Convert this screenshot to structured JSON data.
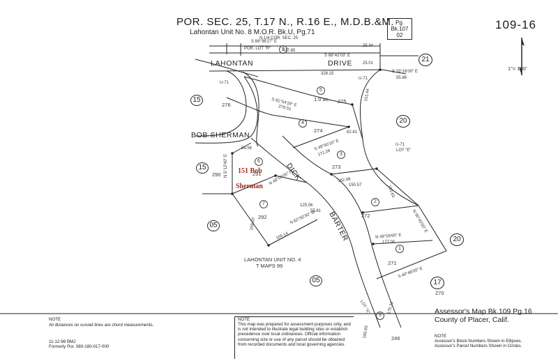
{
  "header": {
    "title": "POR. SEC. 25, T.17 N., R.16 E., M.D.B.&M.",
    "subtitle": "Lahontan Unit No. 8 M.O.R. Bk.U, Pg.71",
    "page_ref": {
      "line1": "Pg.",
      "line2": "Bk.107",
      "line3": "02"
    },
    "map_number": "109-16"
  },
  "scale": {
    "label": "1\"= 100'"
  },
  "roads": {
    "lahontan_drive_1": "LAHONTAN",
    "lahontan_drive_2": "DRIVE",
    "bob_sherman": "BOB SHERMAN",
    "dick": "DICK",
    "barter": "BARTER"
  },
  "highlight": {
    "line1": "151 Bob",
    "line2": "Sherman"
  },
  "block_numbers": [
    "15",
    "15",
    "05",
    "05",
    "21",
    "20",
    "20",
    "17"
  ],
  "parcel_numbers": [
    "1",
    "2",
    "3",
    "4",
    "5",
    "6",
    "7",
    "8",
    "9"
  ],
  "parcel_labels": {
    "p291": "291",
    "p292": "292",
    "p273": "273",
    "p274": "274",
    "p275": "275",
    "p272": "272",
    "p271": "271",
    "p276": "276",
    "p290": "290",
    "p270": "270",
    "p246": "246",
    "area_275": "1.0 ac."
  },
  "misc_labels": {
    "u71_a": "U-71",
    "u71_b": "U-71",
    "u71_c": "U-71",
    "lot_e": "LOT \"E\"",
    "lot_x": "LOT \"X\"",
    "por_lot_r": "POR. LOT \"R\"",
    "n14": "N.1/4 COR. SEC. 25",
    "lahontan_unit": "LAHONTAN   UNIT   NO.   4",
    "t_maps": "T   MAPS   99"
  },
  "dimensions": {
    "d1": "S 89°36'27\" E",
    "d2": "417.85",
    "d3": "S 88°42'03\" E",
    "d4": "328.15",
    "d5": "25.34",
    "d6": "25.01",
    "d7": "S 33°16'00\" E",
    "d8": "55.86",
    "d9": "S 81°54'18\" E",
    "d10": "270.51",
    "d11": "151.44",
    "d12": "S 48°50'10\" E",
    "d13": "172.28",
    "d14": "62.41",
    "d15": "152.08",
    "d16": "N 49°56'00\" E",
    "d17": "177.00",
    "d18": "N 50°45'00\" E",
    "d19": "183.63",
    "d20": "S 40°48'00\" E",
    "d21": "150.57",
    "d22": "N 48°05'00\" E",
    "d23": "125.06",
    "d24": "105.14",
    "d25": "N 62°50'30\" W",
    "d26": "55.81",
    "d27": "N 5°12'40\" E",
    "d28": "58.56",
    "d29": "159.00",
    "d30": "166.69",
    "d31": "175.31"
  },
  "note_left": {
    "heading": "NOTE",
    "text": "All distances on curved lines are chord measurements.",
    "date": "11-12-98   BMJ",
    "formerly": "Formerly Por. 080-180-017-000"
  },
  "note_center": {
    "heading": "NOTE",
    "text": "This map was prepared for assessment purposes only, and is not intended to illustrate legal building sites or establish precedence over local ordinances. Official information concerning size or use of any parcel should be obtained from recorded documents and local governing agencies."
  },
  "assessor": {
    "line1": "Assessor's Map Bk.109 Pg.16",
    "line2": "County of Placer, Calif.",
    "note_heading": "NOTE",
    "note1": "Assessor's Block Numbers Shown in Ellipses.",
    "note2": "Assessor's Parcel Numbers Shown in Circles."
  },
  "colors": {
    "ink": "#222222",
    "highlight_red": "#a0281e",
    "background": "#ffffff"
  }
}
